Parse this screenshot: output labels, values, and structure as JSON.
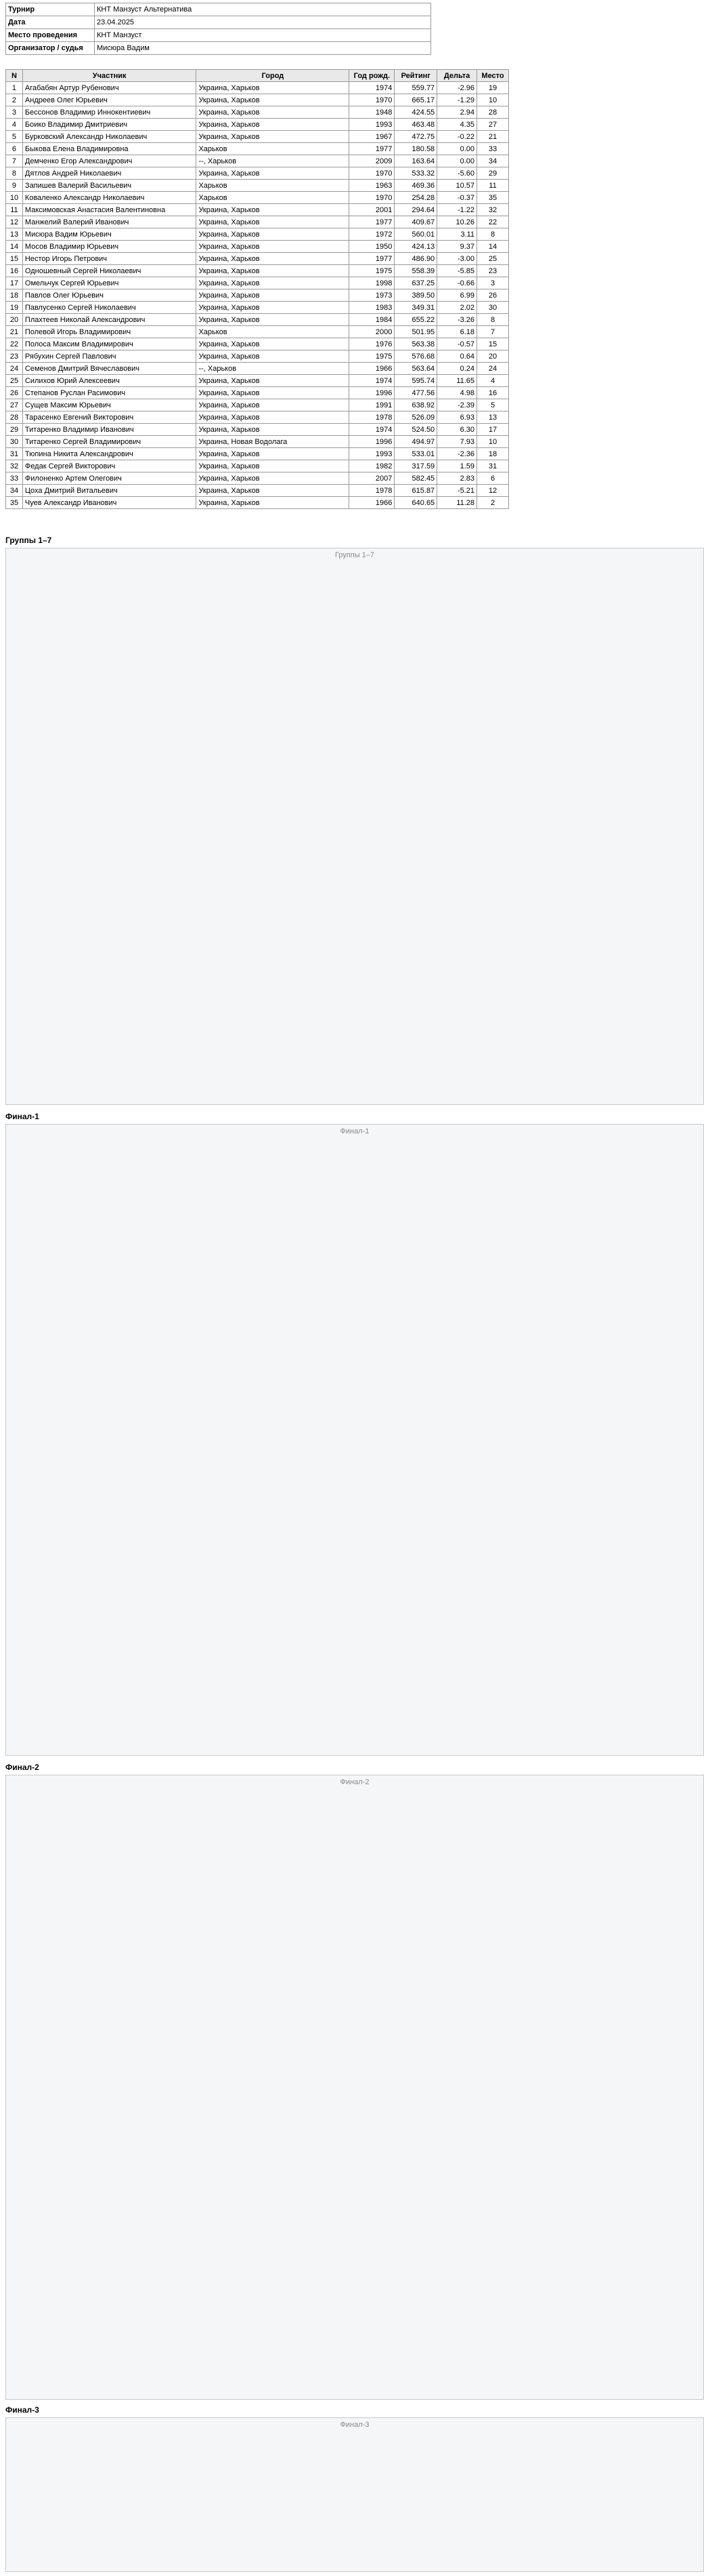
{
  "info": {
    "tournament_label": "Турнир",
    "tournament_value": "КНТ Манзуст Альтернатива",
    "date_label": "Дата",
    "date_value": "23.04.2025",
    "venue_label": "Место проведения",
    "venue_value": "КНТ Манзуст",
    "organizer_label": "Организатор / судья",
    "organizer_value": "Мисюра Вадим"
  },
  "players_table": {
    "headers": [
      "N",
      "Участник",
      "Город",
      "Год рожд.",
      "Рейтинг",
      "Дельта",
      "Место"
    ],
    "rows": [
      [
        "1",
        "Агабабян Артур Рубенович",
        "Украина, Харьков",
        "1974",
        "559.77",
        "-2.96",
        "19"
      ],
      [
        "2",
        "Андреев Олег Юрьевич",
        "Украина, Харьков",
        "1970",
        "665.17",
        "-1.29",
        "10"
      ],
      [
        "3",
        "Бессонов Владимир Иннокентиевич",
        "Украина, Харьков",
        "1948",
        "424.55",
        "2.94",
        "28"
      ],
      [
        "4",
        "Боико Владимир Дмитриевич",
        "Украина, Харьков",
        "1993",
        "463.48",
        "4.35",
        "27"
      ],
      [
        "5",
        "Бурковский Александр Николаевич",
        "Украина, Харьков",
        "1967",
        "472.75",
        "-0.22",
        "21"
      ],
      [
        "6",
        "Быкова Елена Владимировна",
        "Харьков",
        "1977",
        "180.58",
        "0.00",
        "33"
      ],
      [
        "7",
        "Демченко Егор Александрович",
        "--, Харьков",
        "2009",
        "163.64",
        "0.00",
        "34"
      ],
      [
        "8",
        "Дятлов Андрей Николаевич",
        "Украина, Харьков",
        "1970",
        "533.32",
        "-5.60",
        "29"
      ],
      [
        "9",
        "Запишев Валерий Васильевич",
        "Харьков",
        "1963",
        "469.36",
        "10.57",
        "11"
      ],
      [
        "10",
        "Коваленко Александр Николаевич",
        "Харьков",
        "1970",
        "254.28",
        "-0.37",
        "35"
      ],
      [
        "11",
        "Максимовская Анастасия Валентиновна",
        "Украина, Харьков",
        "2001",
        "294.64",
        "-1.22",
        "32"
      ],
      [
        "12",
        "Манжелий Валерий Иванович",
        "Украина, Харьков",
        "1977",
        "409.67",
        "10.26",
        "22"
      ],
      [
        "13",
        "Мисюра Вадим Юрьевич",
        "Украина, Харьков",
        "1972",
        "560.01",
        "3.11",
        "8"
      ],
      [
        "14",
        "Мосов Владимир Юрьевич",
        "Украина, Харьков",
        "1950",
        "424.13",
        "9.37",
        "14"
      ],
      [
        "15",
        "Нестор Игорь Петрович",
        "Украина, Харьков",
        "1977",
        "486.90",
        "-3.00",
        "25"
      ],
      [
        "16",
        "Одношевный Сергей Николаевич",
        "Украина, Харьков",
        "1975",
        "558.39",
        "-5.85",
        "23"
      ],
      [
        "17",
        "Омельчук Сергей Юрьевич",
        "Украина, Харьков",
        "1998",
        "637.25",
        "-0.66",
        "3"
      ],
      [
        "18",
        "Павлов Олег Юрьевич",
        "Украина, Харьков",
        "1973",
        "389.50",
        "6.99",
        "26"
      ],
      [
        "19",
        "Павлусенко Сергей Николаевич",
        "Украина, Харьков",
        "1983",
        "349.31",
        "2.02",
        "30"
      ],
      [
        "20",
        "Плахтеев Николай Александрович",
        "Украина, Харьков",
        "1984",
        "655.22",
        "-3.26",
        "8"
      ],
      [
        "21",
        "Полевой Игорь Владимирович",
        "Харьков",
        "2000",
        "501.95",
        "6.18",
        "7"
      ],
      [
        "22",
        "Полоса Максим Владимирович",
        "Украина, Харьков",
        "1976",
        "563.38",
        "-0.57",
        "15"
      ],
      [
        "23",
        "Рябухин Сергей Павлович",
        "Украина, Харьков",
        "1975",
        "576.68",
        "0.64",
        "20"
      ],
      [
        "24",
        "Семенов Дмитрий Вячеславович",
        "--, Харьков",
        "1966",
        "563.64",
        "0.24",
        "24"
      ],
      [
        "25",
        "Силихов Юрий Алексеевич",
        "Украина, Харьков",
        "1974",
        "595.74",
        "11.65",
        "4"
      ],
      [
        "26",
        "Степанов Руслан Расимович",
        "Украина, Харьков",
        "1996",
        "477.56",
        "4.98",
        "16"
      ],
      [
        "27",
        "Сущев Максим Юрьевич",
        "Украина, Харьков",
        "1991",
        "638.92",
        "-2.39",
        "5"
      ],
      [
        "28",
        "Тарасенко Евгений Викторович",
        "Украина, Харьков",
        "1978",
        "526.09",
        "6.93",
        "13"
      ],
      [
        "29",
        "Титаренко Владимир Иванович",
        "Украина, Харьков",
        "1974",
        "524.50",
        "6.30",
        "17"
      ],
      [
        "30",
        "Титаренко Сергей Владимирович",
        "Украина, Новая Водолага",
        "1996",
        "494.97",
        "7.93",
        "10"
      ],
      [
        "31",
        "Тюпина Никита Александрович",
        "Украина, Харьков",
        "1993",
        "533.01",
        "-2.36",
        "18"
      ],
      [
        "32",
        "Федак Сергей Викторович",
        "Украина, Харьков",
        "1982",
        "317.59",
        "1.59",
        "31"
      ],
      [
        "33",
        "Филоненко Артем Олегович",
        "Украина, Харьков",
        "2007",
        "582.45",
        "2.83",
        "6"
      ],
      [
        "34",
        "Цоха Дмитрий Витальевич",
        "Украина, Харьков",
        "1978",
        "615.87",
        "-5.21",
        "12"
      ],
      [
        "35",
        "Чуев Александр Иванович",
        "Украина, Харьков",
        "1966",
        "640.65",
        "11.28",
        "2"
      ]
    ]
  },
  "sections": {
    "groups": "Группы 1–7",
    "final1": "Финал-1",
    "final2": "Финал-2",
    "final3": "Финал-3"
  }
}
